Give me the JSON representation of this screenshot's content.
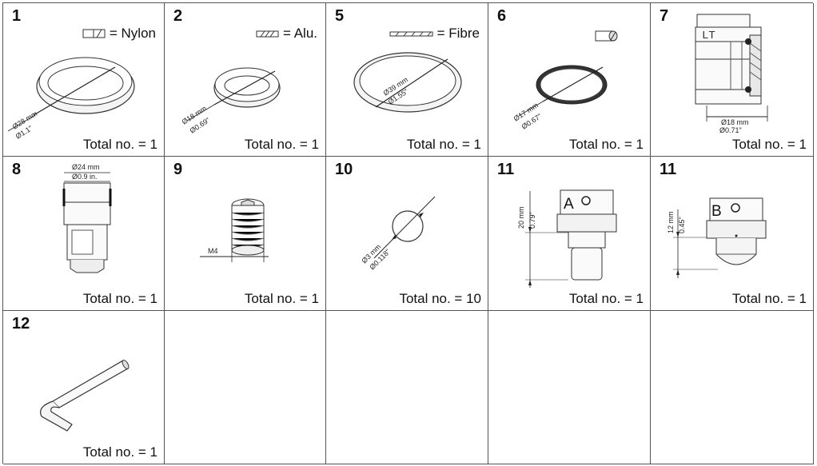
{
  "cells": [
    {
      "num": "1",
      "total": "Total no. = 1",
      "legend": "= Nylon",
      "dims": [
        "Ø28 mm",
        "Ø1.1\""
      ]
    },
    {
      "num": "2",
      "total": "Total no. = 1",
      "legend": "= Alu.",
      "dims": [
        "Ø18 mm",
        "Ø0.69\""
      ]
    },
    {
      "num": "5",
      "total": "Total no. = 1",
      "legend": "= Fibre",
      "dims": [
        "Ø39 mm",
        "Ø1.55\""
      ]
    },
    {
      "num": "6",
      "total": "Total no. = 1",
      "dims": [
        "Ø17 mm",
        "Ø0.67\""
      ]
    },
    {
      "num": "7",
      "total": "Total no. = 1",
      "mark": "LT",
      "dims": [
        "Ø18 mm",
        "Ø0.71\""
      ]
    },
    {
      "num": "8",
      "total": "Total no. = 1",
      "dims": [
        "Ø24 mm",
        "Ø0.9 in."
      ]
    },
    {
      "num": "9",
      "total": "Total no. = 1",
      "dims": [
        "M4"
      ]
    },
    {
      "num": "10",
      "total": "Total no. = 10",
      "dims": [
        "Ø3 mm",
        "Ø0.118\""
      ]
    },
    {
      "num": "11",
      "total": "Total no. = 1",
      "mark": "A",
      "dims": [
        "20 mm",
        "0.79\""
      ]
    },
    {
      "num": "11",
      "total": "Total no. = 1",
      "mark": "B",
      "dims": [
        "12 mm",
        "0.45\""
      ]
    },
    {
      "num": "12",
      "total": "Total no. = 1"
    }
  ]
}
